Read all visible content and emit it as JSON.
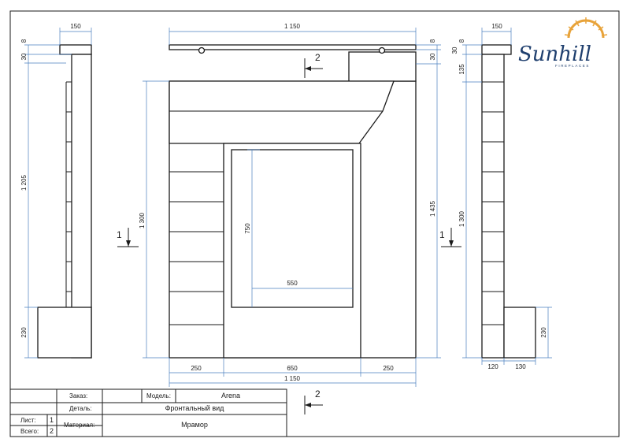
{
  "brand": {
    "name": "Sunhill",
    "tagline": "FIREPLACES",
    "sun_color": "#e8a33a",
    "ink_color": "#1f3f6e"
  },
  "dimensions": {
    "left_view": {
      "top_width": "150",
      "top_thk": "8",
      "shelf_30": "30",
      "height": "1 205",
      "base": "230"
    },
    "front_view": {
      "top_width": "1 150",
      "top_thk": "8",
      "shelf_30": "30",
      "height_left": "1 300",
      "height_right": "1 435",
      "opening_h": "750",
      "opening_w": "550",
      "side_left": "250",
      "middle": "650",
      "side_right": "250",
      "total_width": "1 150"
    },
    "right_view": {
      "top_width": "150",
      "top_thk": "8",
      "shelf_30": "30",
      "step": "135",
      "height": "1 300",
      "base": "230",
      "base_w1": "120",
      "base_w2": "130"
    }
  },
  "sections": {
    "front_top": "2",
    "front_left": "1",
    "right_view": "1",
    "titleblock": "2"
  },
  "title_block": {
    "order_label": "Заказ:",
    "order_value": "",
    "model_label": "Модель:",
    "model_value": "Arena",
    "detail_label": "Деталь:",
    "detail_value": "Фронтальный вид",
    "sheet_label": "Лист:",
    "sheet_value": "1",
    "total_label": "Всего:",
    "total_value": "2",
    "material_label": "Материал:",
    "material_value": "Мрамор"
  }
}
